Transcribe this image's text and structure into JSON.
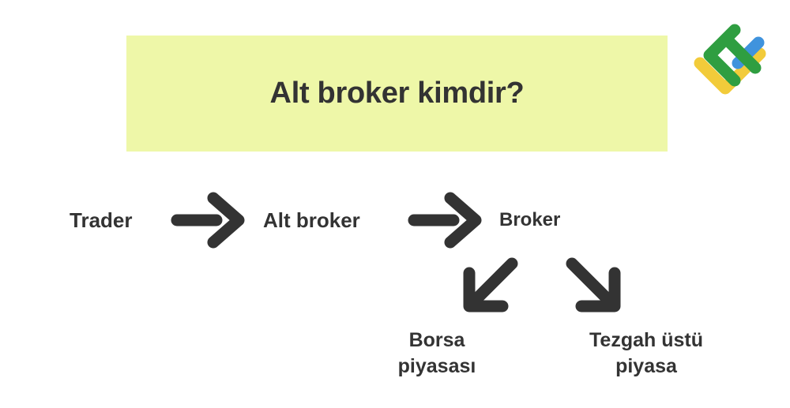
{
  "page": {
    "background_color": "#ffffff",
    "text_color": "#333333"
  },
  "banner": {
    "title": "Alt broker kimdir?",
    "background_color": "#eef7a8"
  },
  "logo": {
    "name": "brand-logo",
    "colors": {
      "green": "#2f9e41",
      "blue": "#3f93dd",
      "yellow": "#f2cb3a"
    }
  },
  "flow": {
    "nodes": [
      {
        "id": "trader",
        "label": "Trader"
      },
      {
        "id": "alt-broker",
        "label": "Alt broker"
      },
      {
        "id": "broker",
        "label": "Broker"
      }
    ],
    "arrows": [
      {
        "id": "trader-to-alt-broker",
        "direction": "right"
      },
      {
        "id": "alt-broker-to-broker",
        "direction": "right"
      },
      {
        "id": "broker-to-borsa",
        "direction": "down-left"
      },
      {
        "id": "broker-to-tezgah",
        "direction": "down-right"
      }
    ],
    "leaves": [
      {
        "id": "borsa-piyasasi",
        "line1": "Borsa",
        "line2": "piyasası"
      },
      {
        "id": "tezgah-ustu-piyasa",
        "line1": "Tezgah üstü",
        "line2": "piyasa"
      }
    ]
  }
}
